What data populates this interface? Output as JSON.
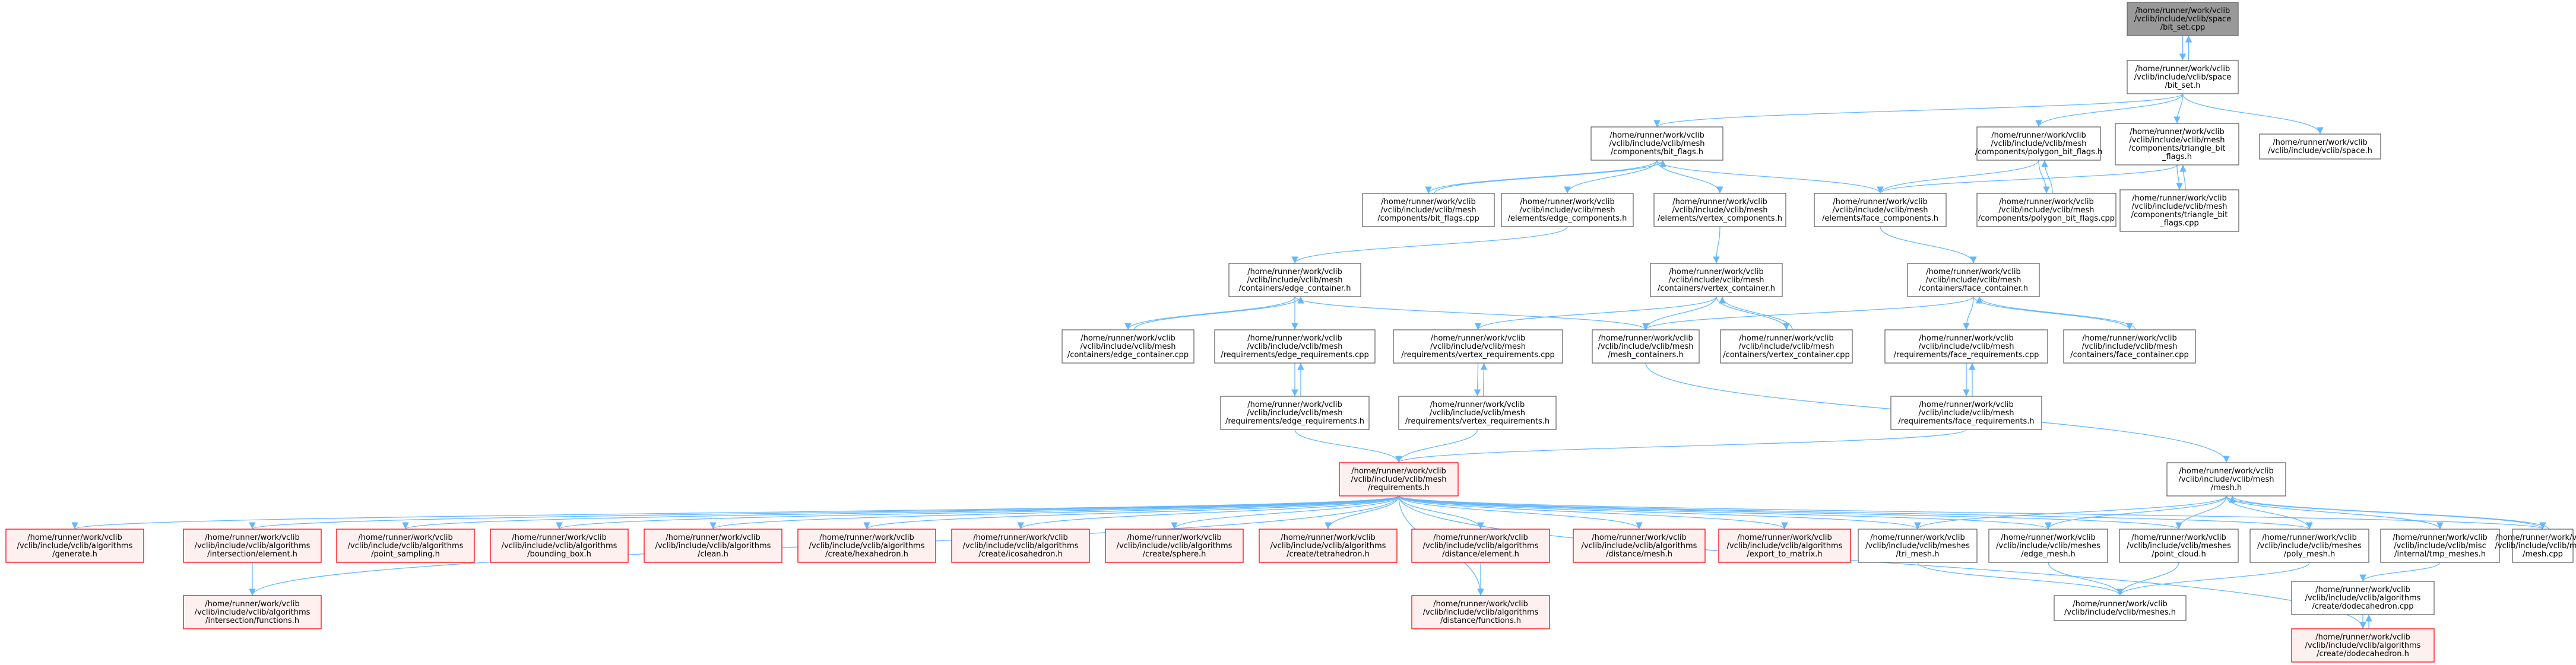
{
  "colors": {
    "edge": "#63b8ff",
    "node_fill": "#ffffff",
    "node_border": "#666666",
    "root_fill": "#999999",
    "root_border": "#666666",
    "truncated_fill": "#fff0f0",
    "truncated_border": "#ff0000"
  },
  "nodes": [
    {
      "id": "root",
      "kind": "root",
      "lines": [
        "/home/runner/work/vclib",
        "/vclib/include/vclib/space",
        "/bit_set.cpp"
      ]
    },
    {
      "id": "bitset_h",
      "kind": "normal",
      "lines": [
        "/home/runner/work/vclib",
        "/vclib/include/vclib/space",
        "/bit_set.h"
      ]
    },
    {
      "id": "comp_bit_flags_h",
      "kind": "normal",
      "lines": [
        "/home/runner/work/vclib",
        "/vclib/include/vclib/mesh",
        "/components/bit_flags.h"
      ]
    },
    {
      "id": "comp_poly_bit_flags_h",
      "kind": "normal",
      "lines": [
        "/home/runner/work/vclib",
        "/vclib/include/vclib/mesh",
        "/components/polygon_bit_flags.h"
      ]
    },
    {
      "id": "comp_tri_bit_flags_h",
      "kind": "normal",
      "lines": [
        "/home/runner/work/vclib",
        "/vclib/include/vclib/mesh",
        "/components/triangle_bit",
        "_flags.h"
      ]
    },
    {
      "id": "space_h",
      "kind": "normal",
      "lines": [
        "/home/runner/work/vclib",
        "/vclib/include/vclib/space.h"
      ]
    },
    {
      "id": "comp_bit_flags_cpp",
      "kind": "normal",
      "lines": [
        "/home/runner/work/vclib",
        "/vclib/include/vclib/mesh",
        "/components/bit_flags.cpp"
      ]
    },
    {
      "id": "elem_edge_comp_h",
      "kind": "normal",
      "lines": [
        "/home/runner/work/vclib",
        "/vclib/include/vclib/mesh",
        "/elements/edge_components.h"
      ]
    },
    {
      "id": "elem_vertex_comp_h",
      "kind": "normal",
      "lines": [
        "/home/runner/work/vclib",
        "/vclib/include/vclib/mesh",
        "/elements/vertex_components.h"
      ]
    },
    {
      "id": "elem_face_comp_h",
      "kind": "normal",
      "lines": [
        "/home/runner/work/vclib",
        "/vclib/include/vclib/mesh",
        "/elements/face_components.h"
      ]
    },
    {
      "id": "comp_poly_bit_flags_cpp",
      "kind": "normal",
      "lines": [
        "/home/runner/work/vclib",
        "/vclib/include/vclib/mesh",
        "/components/polygon_bit_flags.cpp"
      ]
    },
    {
      "id": "comp_tri_bit_flags_cpp",
      "kind": "normal",
      "lines": [
        "/home/runner/work/vclib",
        "/vclib/include/vclib/mesh",
        "/components/triangle_bit",
        "_flags.cpp"
      ]
    },
    {
      "id": "cont_edge_h",
      "kind": "normal",
      "lines": [
        "/home/runner/work/vclib",
        "/vclib/include/vclib/mesh",
        "/containers/edge_container.h"
      ]
    },
    {
      "id": "cont_vertex_h",
      "kind": "normal",
      "lines": [
        "/home/runner/work/vclib",
        "/vclib/include/vclib/mesh",
        "/containers/vertex_container.h"
      ]
    },
    {
      "id": "cont_face_h",
      "kind": "normal",
      "lines": [
        "/home/runner/work/vclib",
        "/vclib/include/vclib/mesh",
        "/containers/face_container.h"
      ]
    },
    {
      "id": "cont_edge_cpp",
      "kind": "normal",
      "lines": [
        "/home/runner/work/vclib",
        "/vclib/include/vclib/mesh",
        "/containers/edge_container.cpp"
      ]
    },
    {
      "id": "req_edge_cpp",
      "kind": "normal",
      "lines": [
        "/home/runner/work/vclib",
        "/vclib/include/vclib/mesh",
        "/requirements/edge_requirements.cpp"
      ]
    },
    {
      "id": "req_vertex_cpp",
      "kind": "normal",
      "lines": [
        "/home/runner/work/vclib",
        "/vclib/include/vclib/mesh",
        "/requirements/vertex_requirements.cpp"
      ]
    },
    {
      "id": "mesh_containers_h",
      "kind": "normal",
      "lines": [
        "/home/runner/work/vclib",
        "/vclib/include/vclib/mesh",
        "/mesh_containers.h"
      ]
    },
    {
      "id": "cont_vertex_cpp",
      "kind": "normal",
      "lines": [
        "/home/runner/work/vclib",
        "/vclib/include/vclib/mesh",
        "/containers/vertex_container.cpp"
      ]
    },
    {
      "id": "req_face_cpp",
      "kind": "normal",
      "lines": [
        "/home/runner/work/vclib",
        "/vclib/include/vclib/mesh",
        "/requirements/face_requirements.cpp"
      ]
    },
    {
      "id": "cont_face_cpp",
      "kind": "normal",
      "lines": [
        "/home/runner/work/vclib",
        "/vclib/include/vclib/mesh",
        "/containers/face_container.cpp"
      ]
    },
    {
      "id": "req_edge_h",
      "kind": "normal",
      "lines": [
        "/home/runner/work/vclib",
        "/vclib/include/vclib/mesh",
        "/requirements/edge_requirements.h"
      ]
    },
    {
      "id": "req_vertex_h",
      "kind": "normal",
      "lines": [
        "/home/runner/work/vclib",
        "/vclib/include/vclib/mesh",
        "/requirements/vertex_requirements.h"
      ]
    },
    {
      "id": "req_face_h",
      "kind": "normal",
      "lines": [
        "/home/runner/work/vclib",
        "/vclib/include/vclib/mesh",
        "/requirements/face_requirements.h"
      ]
    },
    {
      "id": "requirements_h",
      "kind": "truncated",
      "lines": [
        "/home/runner/work/vclib",
        "/vclib/include/vclib/mesh",
        "/requirements.h"
      ]
    },
    {
      "id": "mesh_h",
      "kind": "normal",
      "lines": [
        "/home/runner/work/vclib",
        "/vclib/include/vclib/mesh",
        "/mesh.h"
      ]
    },
    {
      "id": "alg_generate_h",
      "kind": "truncated",
      "lines": [
        "/home/runner/work/vclib",
        "/vclib/include/vclib/algorithms",
        "/generate.h"
      ]
    },
    {
      "id": "alg_inter_elem_h",
      "kind": "truncated",
      "lines": [
        "/home/runner/work/vclib",
        "/vclib/include/vclib/algorithms",
        "/intersection/element.h"
      ]
    },
    {
      "id": "alg_point_sampling_h",
      "kind": "truncated",
      "lines": [
        "/home/runner/work/vclib",
        "/vclib/include/vclib/algorithms",
        "/point_sampling.h"
      ]
    },
    {
      "id": "alg_bbox_h",
      "kind": "truncated",
      "lines": [
        "/home/runner/work/vclib",
        "/vclib/include/vclib/algorithms",
        "/bounding_box.h"
      ]
    },
    {
      "id": "alg_clean_h",
      "kind": "truncated",
      "lines": [
        "/home/runner/work/vclib",
        "/vclib/include/vclib/algorithms",
        "/clean.h"
      ]
    },
    {
      "id": "alg_hexa_h",
      "kind": "truncated",
      "lines": [
        "/home/runner/work/vclib",
        "/vclib/include/vclib/algorithms",
        "/create/hexahedron.h"
      ]
    },
    {
      "id": "alg_icosa_h",
      "kind": "truncated",
      "lines": [
        "/home/runner/work/vclib",
        "/vclib/include/vclib/algorithms",
        "/create/icosahedron.h"
      ]
    },
    {
      "id": "alg_sphere_h",
      "kind": "truncated",
      "lines": [
        "/home/runner/work/vclib",
        "/vclib/include/vclib/algorithms",
        "/create/sphere.h"
      ]
    },
    {
      "id": "alg_tetra_h",
      "kind": "truncated",
      "lines": [
        "/home/runner/work/vclib",
        "/vclib/include/vclib/algorithms",
        "/create/tetrahedron.h"
      ]
    },
    {
      "id": "alg_dist_elem_h",
      "kind": "truncated",
      "lines": [
        "/home/runner/work/vclib",
        "/vclib/include/vclib/algorithms",
        "/distance/element.h"
      ]
    },
    {
      "id": "alg_dist_mesh_h",
      "kind": "truncated",
      "lines": [
        "/home/runner/work/vclib",
        "/vclib/include/vclib/algorithms",
        "/distance/mesh.h"
      ]
    },
    {
      "id": "alg_export_matrix_h",
      "kind": "truncated",
      "lines": [
        "/home/runner/work/vclib",
        "/vclib/include/vclib/algorithms",
        "/export_to_matrix.h"
      ]
    },
    {
      "id": "meshes_tri_h",
      "kind": "normal",
      "lines": [
        "/home/runner/work/vclib",
        "/vclib/include/vclib/meshes",
        "/tri_mesh.h"
      ]
    },
    {
      "id": "meshes_edge_h",
      "kind": "normal",
      "lines": [
        "/home/runner/work/vclib",
        "/vclib/include/vclib/meshes",
        "/edge_mesh.h"
      ]
    },
    {
      "id": "meshes_pc_h",
      "kind": "normal",
      "lines": [
        "/home/runner/work/vclib",
        "/vclib/include/vclib/meshes",
        "/point_cloud.h"
      ]
    },
    {
      "id": "meshes_poly_h",
      "kind": "normal",
      "lines": [
        "/home/runner/work/vclib",
        "/vclib/include/vclib/meshes",
        "/poly_mesh.h"
      ]
    },
    {
      "id": "misc_tmp_meshes_h",
      "kind": "normal",
      "lines": [
        "/home/runner/work/vclib",
        "/vclib/include/vclib/misc",
        "/internal/tmp_meshes.h"
      ]
    },
    {
      "id": "mesh_cpp",
      "kind": "normal",
      "lines": [
        "/home/runner/work/vclib",
        "/vclib/include/vclib/mesh",
        "/mesh.cpp"
      ]
    },
    {
      "id": "alg_inter_func_h",
      "kind": "truncated",
      "lines": [
        "/home/runner/work/vclib",
        "/vclib/include/vclib/algorithms",
        "/intersection/functions.h"
      ]
    },
    {
      "id": "alg_dist_func_h",
      "kind": "truncated",
      "lines": [
        "/home/runner/work/vclib",
        "/vclib/include/vclib/algorithms",
        "/distance/functions.h"
      ]
    },
    {
      "id": "meshes_h",
      "kind": "normal",
      "lines": [
        "/home/runner/work/vclib",
        "/vclib/include/vclib/meshes.h"
      ]
    },
    {
      "id": "alg_dodeca_cpp",
      "kind": "normal",
      "lines": [
        "/home/runner/work/vclib",
        "/vclib/include/vclib/algorithms",
        "/create/dodecahedron.cpp"
      ]
    },
    {
      "id": "alg_dodeca_h",
      "kind": "truncated",
      "lines": [
        "/home/runner/work/vclib",
        "/vclib/include/vclib/algorithms",
        "/create/dodecahedron.h"
      ]
    }
  ],
  "edges": [
    [
      "bitset_h",
      "root"
    ],
    [
      "root",
      "bitset_h"
    ],
    [
      "comp_bit_flags_h",
      "bitset_h"
    ],
    [
      "comp_poly_bit_flags_h",
      "bitset_h"
    ],
    [
      "comp_tri_bit_flags_h",
      "bitset_h"
    ],
    [
      "space_h",
      "bitset_h"
    ],
    [
      "comp_bit_flags_cpp",
      "comp_bit_flags_h"
    ],
    [
      "comp_bit_flags_h",
      "comp_bit_flags_cpp"
    ],
    [
      "elem_edge_comp_h",
      "comp_bit_flags_h"
    ],
    [
      "elem_vertex_comp_h",
      "comp_bit_flags_h"
    ],
    [
      "elem_face_comp_h",
      "comp_bit_flags_h"
    ],
    [
      "elem_face_comp_h",
      "comp_poly_bit_flags_h"
    ],
    [
      "comp_poly_bit_flags_cpp",
      "comp_poly_bit_flags_h"
    ],
    [
      "comp_poly_bit_flags_h",
      "comp_poly_bit_flags_cpp"
    ],
    [
      "elem_face_comp_h",
      "comp_tri_bit_flags_h"
    ],
    [
      "comp_tri_bit_flags_cpp",
      "comp_tri_bit_flags_h"
    ],
    [
      "comp_tri_bit_flags_h",
      "comp_tri_bit_flags_cpp"
    ],
    [
      "cont_edge_h",
      "elem_edge_comp_h"
    ],
    [
      "cont_vertex_h",
      "elem_vertex_comp_h"
    ],
    [
      "cont_face_h",
      "elem_face_comp_h"
    ],
    [
      "cont_edge_cpp",
      "cont_edge_h"
    ],
    [
      "cont_edge_h",
      "cont_edge_cpp"
    ],
    [
      "req_edge_cpp",
      "cont_edge_h"
    ],
    [
      "mesh_containers_h",
      "cont_edge_h"
    ],
    [
      "req_vertex_cpp",
      "cont_vertex_h"
    ],
    [
      "mesh_containers_h",
      "cont_vertex_h"
    ],
    [
      "cont_vertex_cpp",
      "cont_vertex_h"
    ],
    [
      "cont_vertex_h",
      "cont_vertex_cpp"
    ],
    [
      "mesh_containers_h",
      "cont_face_h"
    ],
    [
      "req_face_cpp",
      "cont_face_h"
    ],
    [
      "cont_face_cpp",
      "cont_face_h"
    ],
    [
      "cont_face_h",
      "cont_face_cpp"
    ],
    [
      "req_edge_h",
      "req_edge_cpp"
    ],
    [
      "req_edge_cpp",
      "req_edge_h"
    ],
    [
      "req_vertex_h",
      "req_vertex_cpp"
    ],
    [
      "req_vertex_cpp",
      "req_vertex_h"
    ],
    [
      "req_face_h",
      "req_face_cpp"
    ],
    [
      "req_face_cpp",
      "req_face_h"
    ],
    [
      "mesh_h",
      "mesh_containers_h"
    ],
    [
      "requirements_h",
      "req_edge_h"
    ],
    [
      "requirements_h",
      "req_vertex_h"
    ],
    [
      "requirements_h",
      "req_face_h"
    ],
    [
      "alg_generate_h",
      "requirements_h"
    ],
    [
      "alg_inter_elem_h",
      "requirements_h"
    ],
    [
      "alg_point_sampling_h",
      "requirements_h"
    ],
    [
      "alg_bbox_h",
      "requirements_h"
    ],
    [
      "alg_clean_h",
      "requirements_h"
    ],
    [
      "alg_hexa_h",
      "requirements_h"
    ],
    [
      "alg_icosa_h",
      "requirements_h"
    ],
    [
      "alg_sphere_h",
      "requirements_h"
    ],
    [
      "alg_tetra_h",
      "requirements_h"
    ],
    [
      "alg_dist_elem_h",
      "requirements_h"
    ],
    [
      "alg_dist_mesh_h",
      "requirements_h"
    ],
    [
      "alg_export_matrix_h",
      "requirements_h"
    ],
    [
      "meshes_tri_h",
      "requirements_h"
    ],
    [
      "meshes_edge_h",
      "requirements_h"
    ],
    [
      "meshes_pc_h",
      "requirements_h"
    ],
    [
      "meshes_poly_h",
      "requirements_h"
    ],
    [
      "mesh_cpp",
      "requirements_h"
    ],
    [
      "alg_inter_func_h",
      "requirements_h"
    ],
    [
      "alg_dist_func_h",
      "requirements_h"
    ],
    [
      "alg_dodeca_h",
      "requirements_h"
    ],
    [
      "alg_inter_func_h",
      "alg_inter_elem_h"
    ],
    [
      "alg_dist_func_h",
      "alg_dist_elem_h"
    ],
    [
      "meshes_tri_h",
      "mesh_h"
    ],
    [
      "meshes_edge_h",
      "mesh_h"
    ],
    [
      "meshes_pc_h",
      "mesh_h"
    ],
    [
      "meshes_poly_h",
      "mesh_h"
    ],
    [
      "misc_tmp_meshes_h",
      "mesh_h"
    ],
    [
      "mesh_cpp",
      "mesh_h"
    ],
    [
      "mesh_h",
      "mesh_cpp"
    ],
    [
      "meshes_h",
      "meshes_tri_h"
    ],
    [
      "meshes_h",
      "meshes_edge_h"
    ],
    [
      "meshes_h",
      "meshes_pc_h"
    ],
    [
      "meshes_h",
      "meshes_poly_h"
    ],
    [
      "alg_dodeca_cpp",
      "misc_tmp_meshes_h"
    ],
    [
      "alg_dodeca_h",
      "alg_dodeca_cpp"
    ],
    [
      "alg_dodeca_cpp",
      "alg_dodeca_h"
    ]
  ]
}
